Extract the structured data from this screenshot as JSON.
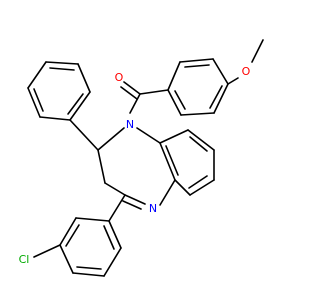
{
  "molecule": {
    "atoms": {
      "oxygen_carbonyl": {
        "symbol": "O",
        "color": "#ff0000"
      },
      "oxygen_methoxy": {
        "symbol": "O",
        "color": "#ff0000"
      },
      "nitrogen_amide": {
        "symbol": "N",
        "color": "#0000ff"
      },
      "nitrogen_imine": {
        "symbol": "N",
        "color": "#0000ff"
      },
      "chlorine": {
        "symbol": "Cl",
        "color": "#00aa00"
      }
    },
    "bond_color": "#000000"
  }
}
